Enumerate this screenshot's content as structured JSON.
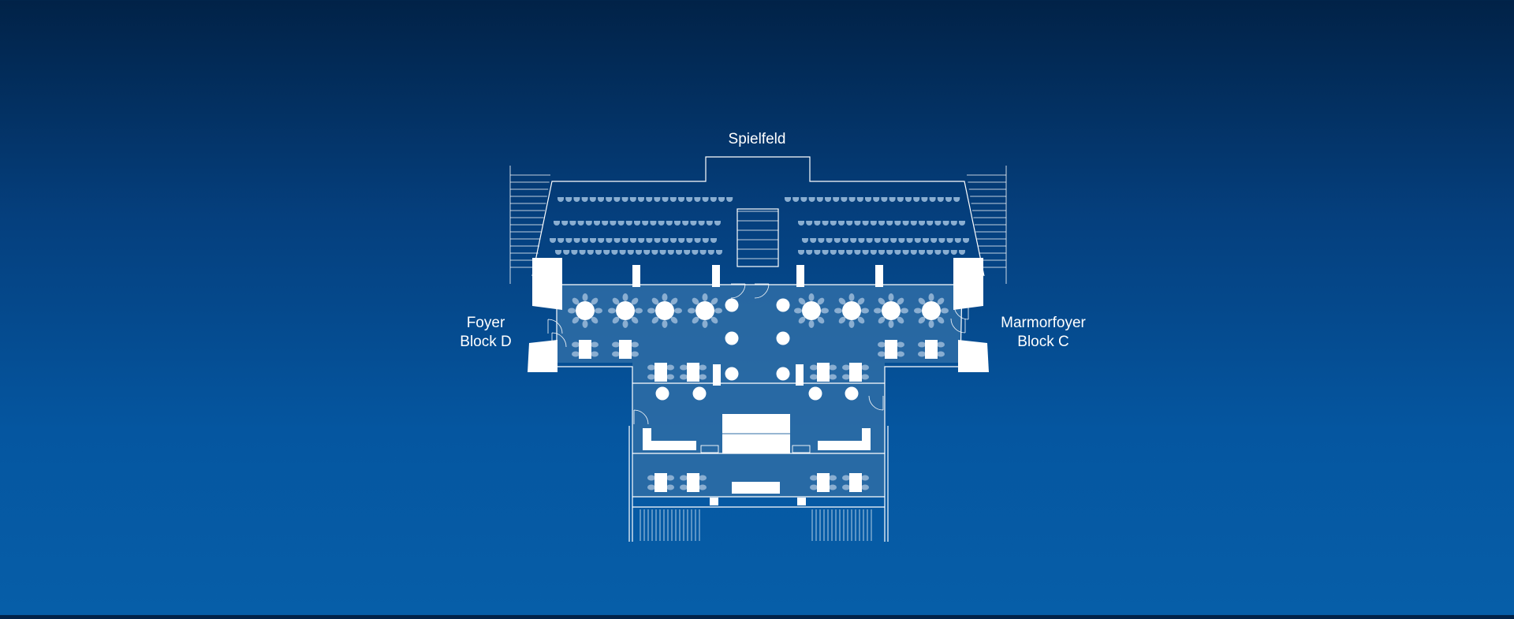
{
  "labels": {
    "pitch": "Spielfeld",
    "left_area": {
      "line1": "Foyer",
      "line2": "Block D"
    },
    "right_area": {
      "line1": "Marmorfoyer",
      "line2": "Block C"
    }
  },
  "colors": {
    "background_top": "#012247",
    "background_bottom": "#065ea8",
    "floor": "#2f6da6",
    "seat": "#8aaed1",
    "line": "#ffffff"
  },
  "icons": [
    "seat-icon",
    "round-table-icon",
    "rect-table-icon",
    "door-icon",
    "stairs-icon"
  ]
}
